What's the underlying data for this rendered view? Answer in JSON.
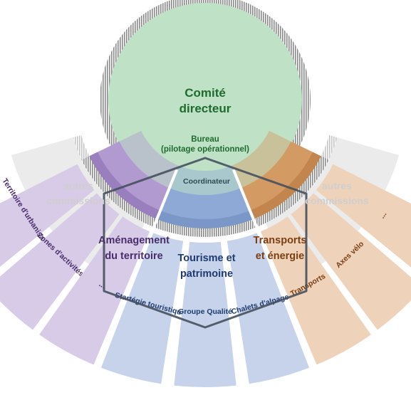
{
  "central": {
    "title_line1": "Comité",
    "title_line2": "directeur",
    "bureau_line1": "Bureau",
    "bureau_line2": "(pilotage opérationnel)",
    "coordinator": "Coordinateur"
  },
  "side_left": {
    "line1": "autres",
    "line2": "commissions"
  },
  "side_right": {
    "line1": "autres",
    "line2": "commissions"
  },
  "commissions": [
    {
      "line1": "Aménagement",
      "line2": "du territoire"
    },
    {
      "line1": "Tourisme et",
      "line2": "patrimoine"
    },
    {
      "line1": "Transports",
      "line2": "et énergie"
    }
  ],
  "groups": [
    {
      "label": "Territoire d'urbanisation"
    },
    {
      "label": "Zones d'activités"
    },
    {
      "label": "..."
    },
    {
      "label": "Startégie touristique"
    },
    {
      "label": "Groupe Qualité"
    },
    {
      "label": "Chalets d'alpage"
    },
    {
      "label": "Transports"
    },
    {
      "label": "Axes vélo"
    },
    {
      "label": "..."
    }
  ],
  "colors": {
    "central_fill": "#bfe1c6",
    "central_text": "#1f6b2e",
    "commission_purple": "#b19ad0",
    "commission_blue": "#8fa9d6",
    "commission_orange": "#d39a63",
    "group_purple": "#d7cbe8",
    "group_blue": "#c6d3ea",
    "group_orange": "#efd2ba",
    "side_grey": "#ebebeb",
    "hexagon": "#46505e"
  }
}
